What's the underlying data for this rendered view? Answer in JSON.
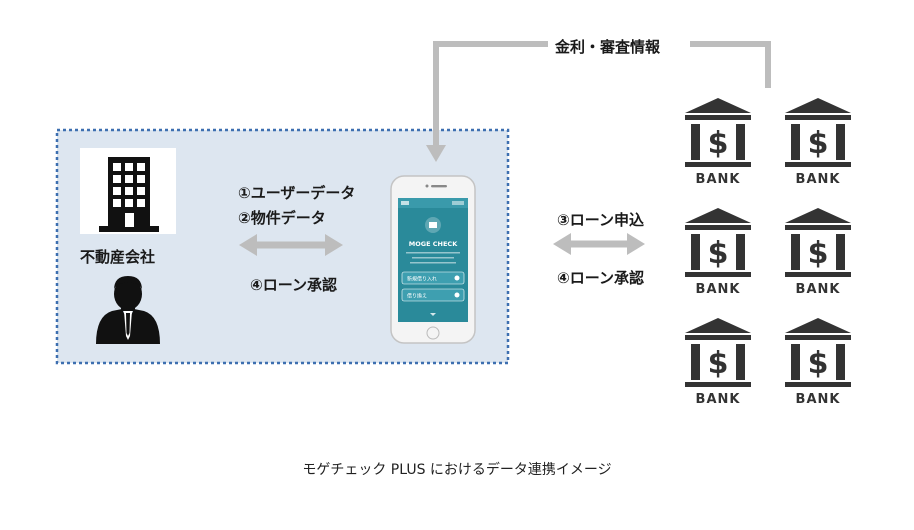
{
  "labels": {
    "rate_review": "金利・審査情報",
    "company": "不動産会社",
    "user_data": "①ユーザーデータ",
    "property_data": "②物件データ",
    "loan_approval_left": "④ローン承認",
    "loan_application": "③ローン申込",
    "loan_approval_right": "④ローン承認"
  },
  "phone": {
    "app_name": "MOGE CHECK",
    "button_1": "新規借り入れ",
    "button_2": "借り換え"
  },
  "bank": {
    "label": "BANK",
    "symbol": "$"
  },
  "caption": "モゲチェック PLUS におけるデータ連携イメージ",
  "colors": {
    "panel_fill": "#dde6f0",
    "panel_border": "#3d6fb0",
    "arrow_gray": "#bdbdbd",
    "bank_icon": "#333333",
    "phone_screen": "#2a8a9a"
  }
}
